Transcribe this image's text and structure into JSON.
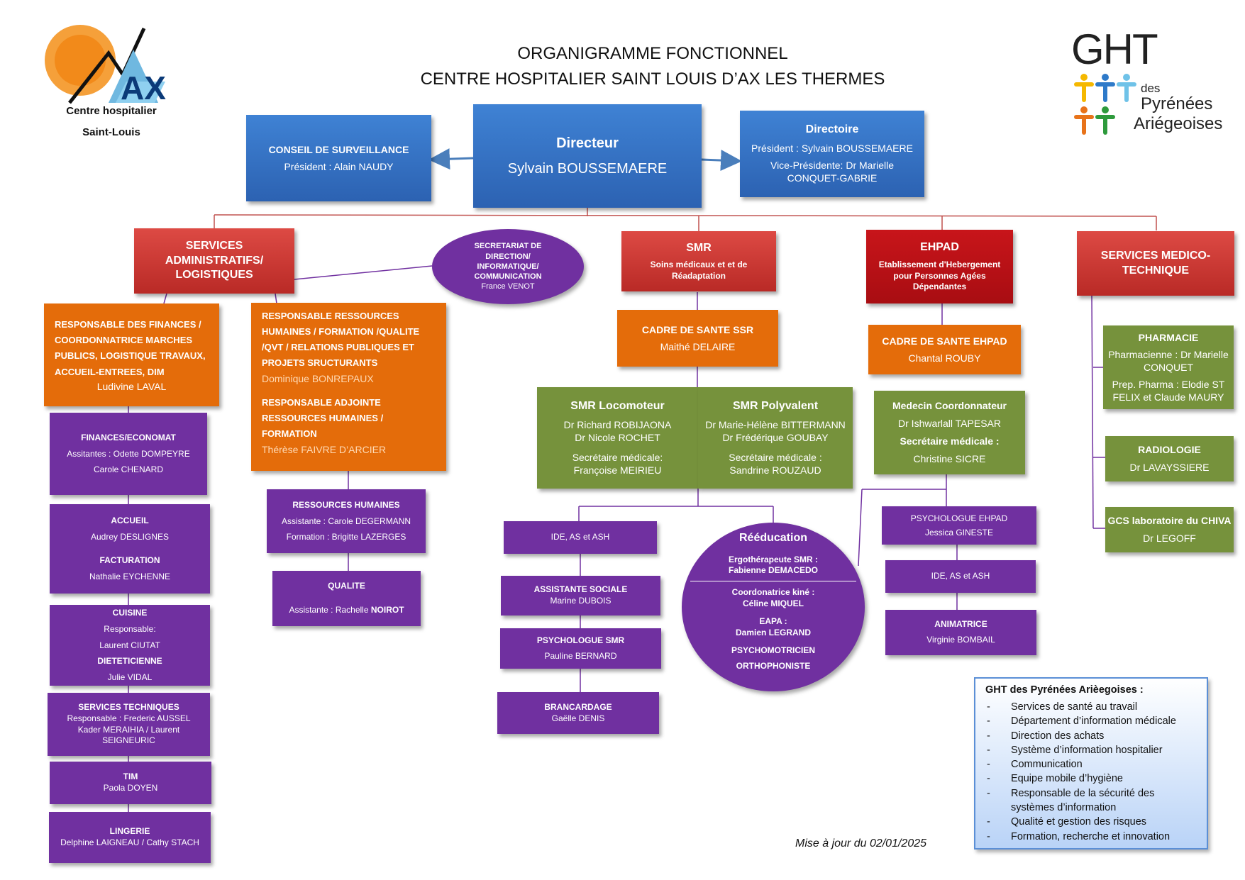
{
  "logo": {
    "line1": "Centre hospitalier",
    "line2": "Saint-Louis",
    "mark": "AX"
  },
  "title": {
    "line1": "ORGANIGRAMME FONCTIONNEL",
    "line2": "CENTRE HOSPITALIER SAINT LOUIS D’AX LES THERMES"
  },
  "ght_logo": {
    "big": "GHT",
    "des": "des",
    "pyrenees": "Pyrénées",
    "ariegeoises": "Ariégeoises"
  },
  "conseil": {
    "title": "CONSEIL DE SURVEILLANCE",
    "president": "Président :  Alain NAUDY"
  },
  "directeur": {
    "title": "Directeur",
    "name": "Sylvain BOUSSEMAERE"
  },
  "directoire": {
    "title": "Directoire",
    "president": "Président : Sylvain BOUSSEMAERE",
    "vice": "Vice-Présidente: Dr Marielle CONQUET-GABRIE"
  },
  "services_admin": {
    "line1": "SERVICES",
    "line2": "ADMINISTRATIFS/",
    "line3": "LOGISTIQUES"
  },
  "secretariat": {
    "line1": "SECRETARIAT DE",
    "line2": "DIRECTION/",
    "line3": "INFORMATIQUE/",
    "line4": "COMMUNICATION",
    "name": "France VENOT"
  },
  "smr": {
    "title": "SMR",
    "subtitle": "Soins médicaux et et de Réadaptation"
  },
  "ehpad": {
    "title": "EHPAD",
    "subtitle": "Etablissement d'Hebergement pour Personnes Agées Dépendantes"
  },
  "medico": {
    "title": "SERVICES MEDICO-TECHNIQUE"
  },
  "resp_finances": {
    "title": "RESPONSABLE DES FINANCES / COORDONNATRICE MARCHES PUBLICS, LOGISTIQUE TRAVAUX, ACCUEIL-ENTREES, DIM",
    "name": "Ludivine LAVAL"
  },
  "resp_rh": {
    "title": "RESPONSABLE RESSOURCES HUMAINES / FORMATION /QUALITE /QVT / RELATIONS PUBLIQUES ET PROJETS SRUCTURANTS",
    "name": "Dominique BONREPAUX",
    "title2": "RESPONSABLE ADJOINTE RESSOURCES HUMAINES / FORMATION",
    "name2": "Thérèse FAIVRE D’ARCIER"
  },
  "finances": {
    "title": "FINANCES/ECONOMAT",
    "assistantes": "Assitantes : Odette DOMPEYRE",
    "name2": "Carole CHENARD"
  },
  "accueil": {
    "title": "ACCUEIL",
    "name": "Audrey DESLIGNES",
    "title2": "FACTURATION",
    "name2": "Nathalie EYCHENNE"
  },
  "cuisine": {
    "title": "CUISINE",
    "resp": "Responsable:",
    "name": "Laurent  CIUTAT",
    "title2": "DIETETICIENNE",
    "name2": "Julie VIDAL"
  },
  "techniques": {
    "title": "SERVICES TECHNIQUES",
    "resp": "Responsable : Frederic AUSSEL",
    "names": "Kader MERAIHIA / Laurent SEIGNEURIC"
  },
  "tim": {
    "title": "TIM",
    "name": "Paola DOYEN"
  },
  "lingerie": {
    "title": "LINGERIE",
    "names": "Delphine LAIGNEAU / Cathy STACH"
  },
  "rh": {
    "title": "RESSOURCES HUMAINES",
    "assistante": "Assistante : Carole DEGERMANN",
    "formation": "Formation : Brigitte LAZERGES"
  },
  "qualite": {
    "title": "QUALITE",
    "assistante_label": "Assistante : Rachelle ",
    "assistante_name": "NOIROT"
  },
  "cadre_ssr": {
    "title": "CADRE DE SANTE SSR",
    "name": "Maithé DELAIRE"
  },
  "smr_loco": {
    "title": "SMR  Locomoteur",
    "dr1": "Dr Richard ROBIJAONA",
    "dr2": "Dr Nicole ROCHET",
    "sec_label": "Secrétaire médicale:",
    "sec_name": "Françoise MEIRIEU"
  },
  "smr_poly": {
    "title": "SMR Polyvalent",
    "dr1": "Dr Marie-Hélène BITTERMANN",
    "dr2": "Dr Frédérique GOUBAY",
    "sec_label": "Secrétaire médicale :",
    "sec_name": "Sandrine ROUZAUD"
  },
  "ide_smr": {
    "title": "IDE, AS et ASH"
  },
  "assistante_sociale": {
    "title": "ASSISTANTE SOCIALE",
    "name": "Marine DUBOIS"
  },
  "psy_smr": {
    "title": "PSYCHOLOGUE SMR",
    "name": "Pauline BERNARD"
  },
  "brancardage": {
    "title": "BRANCARDAGE",
    "name": "Gaëlle DENIS"
  },
  "reeducation": {
    "title": "Rééducation",
    "ergo_label": "Ergothérapeute SMR :",
    "ergo_name": "Fabienne DEMACEDO",
    "kine_label": "Coordonatrice kiné :",
    "kine_name": "Céline MIQUEL",
    "eapa_label": "EAPA :",
    "eapa_name": "Damien LEGRAND",
    "psychomot": "PSYCHOMOTRICIEN",
    "ortho": "ORTHOPHONISTE"
  },
  "cadre_ehpad": {
    "title": "CADRE DE SANTE EHPAD",
    "name": "Chantal ROUBY"
  },
  "medecin_coord": {
    "title": "Medecin Coordonnateur",
    "name": "Dr Ishwarlall TAPESAR",
    "sec_label": "Secrétaire médicale :",
    "sec_name": "Christine SICRE"
  },
  "psy_ehpad": {
    "title": "PSYCHOLOGUE EHPAD",
    "name": "Jessica GINESTE"
  },
  "ide_ehpad": {
    "title": "IDE, AS et ASH"
  },
  "animatrice": {
    "title": "ANIMATRICE",
    "name": "Virginie BOMBAIL"
  },
  "pharmacie": {
    "title": "PHARMACIE",
    "pharma": "Pharmacienne : Dr Marielle CONQUET",
    "prep": "Prep. Pharma : Elodie ST FELIX et Claude MAURY"
  },
  "radiologie": {
    "title": "RADIOLOGIE",
    "name": "Dr LAVAYSSIERE"
  },
  "gcs": {
    "title": "GCS laboratoire du CHIVA",
    "name": "Dr LEGOFF"
  },
  "ght_legend": {
    "title": "GHT des Pyrénées Arièegoises :",
    "items": [
      "Services de santé au travail",
      "Département d’information médicale",
      "Direction des achats",
      "Système d’information hospitalier",
      "Communication",
      "Equipe mobile d’hygiène",
      "Responsable de la sécurité des systèmes d’information",
      "Qualité et gestion des risques",
      "Formation, recherche et innovation"
    ]
  },
  "update": "Mise à jour du 02/01/2025",
  "colors": {
    "blue": "#2e6bbd",
    "red": "#c0302b",
    "orange": "#e46c0a",
    "green": "#76923c",
    "purple": "#7030a0",
    "line_red": "#c0504d",
    "line_purple": "#7030a0"
  }
}
